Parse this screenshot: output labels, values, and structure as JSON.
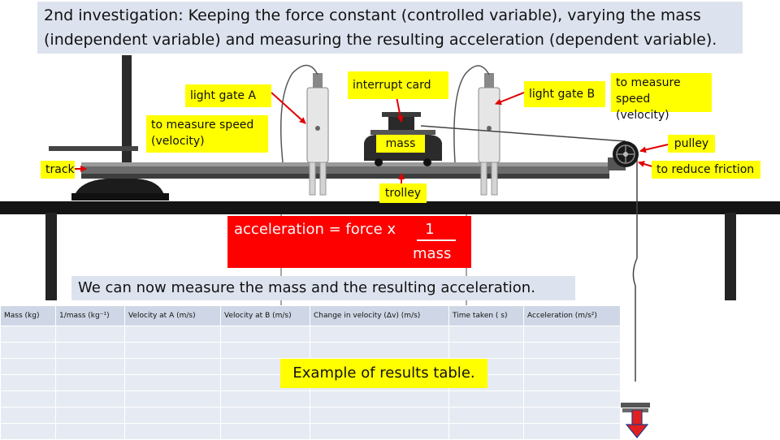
{
  "title": "2nd investigation: Keeping the force constant (controlled variable), varying the mass (independent variable) and measuring the resulting acceleration (dependent variable).",
  "labels": {
    "light_gate_a": "light gate A",
    "interrupt_card": "interrupt card",
    "light_gate_b": "light gate B",
    "speed_a": "to measure speed (velocity)",
    "speed_b": "to measure speed (velocity)",
    "mass": "mass",
    "pulley": "pulley",
    "track": "track",
    "friction": "to reduce friction",
    "trolley": "trolley"
  },
  "equation": {
    "lhs": "acceleration = force x",
    "numerator": "1",
    "denominator": "mass"
  },
  "statement": "We can now measure the mass and the resulting acceleration.",
  "table": {
    "headers": [
      "Mass  (kg)",
      "1/mass (kg⁻¹)",
      "Velocity at A  (m/s)",
      "Velocity at B  (m/s)",
      "Change in velocity (Δv)  (m/s)",
      "Time taken ( s)",
      "Acceleration  (m/s²)"
    ],
    "empty_rows": 7
  },
  "example_label": "Example of results table.",
  "colors": {
    "label_highlight": "#ffff00",
    "equation_box": "#ff0000",
    "arrow": "#e00000",
    "title_bg": "#dde3ee",
    "table_header_bg": "#cfd7e6",
    "table_cell_bg": "#e6ebf3",
    "weight_arrow": "#e02020"
  }
}
